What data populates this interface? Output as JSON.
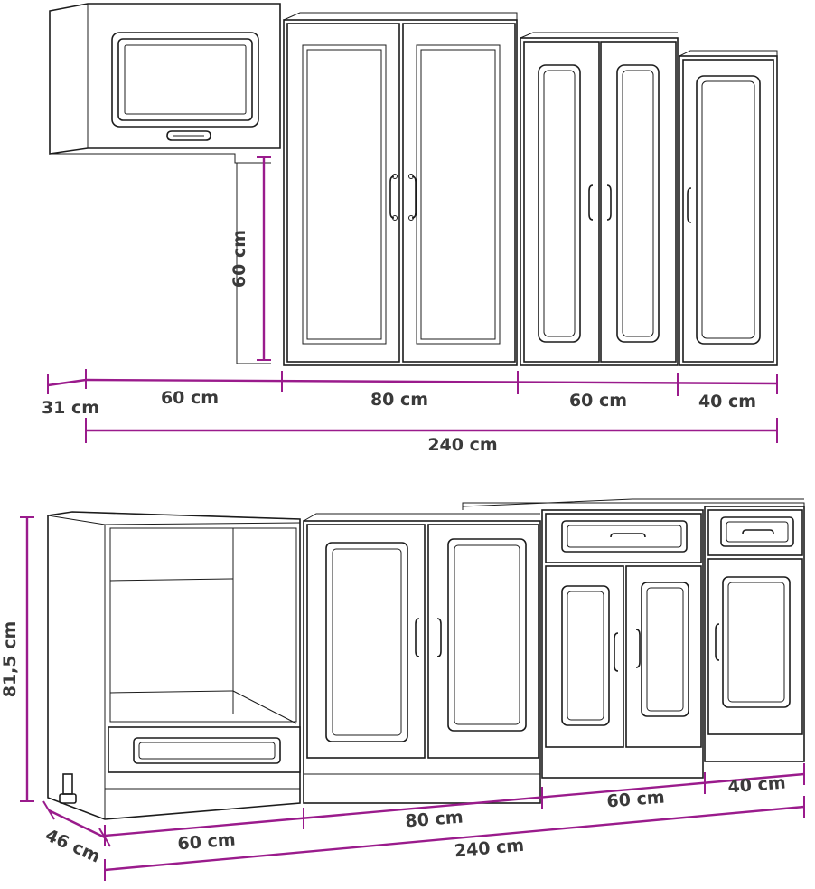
{
  "colors": {
    "dimension": "#9a1b8c",
    "outline": "#1c1c1c",
    "label_text": "#3a3a3a",
    "background": "#ffffff"
  },
  "upper": {
    "depth_label": "31 cm",
    "height_label": "60 cm",
    "widths": [
      "60 cm",
      "80 cm",
      "60 cm",
      "40 cm"
    ],
    "total_label": "240 cm"
  },
  "lower": {
    "depth_label": "46 cm",
    "height_label": "81,5 cm",
    "widths": [
      "60 cm",
      "80 cm",
      "60 cm",
      "40 cm"
    ],
    "total_label": "240 cm"
  }
}
